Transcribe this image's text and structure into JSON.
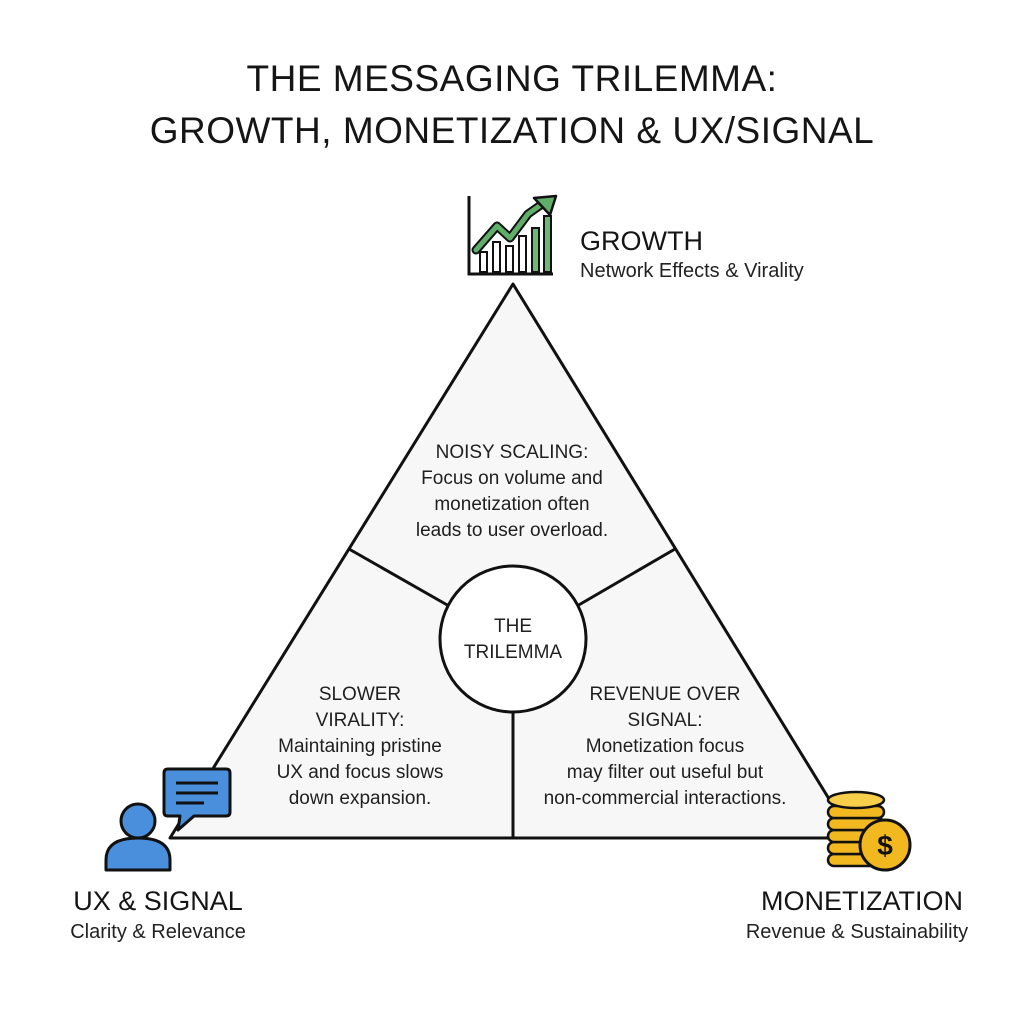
{
  "title_line1": "THE MESSAGING TRILEMMA:",
  "title_line2": "GROWTH, MONETIZATION & UX/SIGNAL",
  "vertices": {
    "growth": {
      "title": "GROWTH",
      "subtitle": "Network Effects & Virality",
      "icon": "growth-chart-icon"
    },
    "ux": {
      "title": "UX & SIGNAL",
      "subtitle": "Clarity & Relevance",
      "icon": "user-chat-icon"
    },
    "monetization": {
      "title": "MONETIZATION",
      "subtitle": "Revenue & Sustainability",
      "icon": "coins-dollar-icon"
    }
  },
  "center": {
    "line1": "THE",
    "line2": "TRILEMMA"
  },
  "regions": {
    "top": {
      "heading": "NOISY SCALING:",
      "lines": [
        "Focus on volume and",
        "monetization often",
        "leads to user overload."
      ]
    },
    "left": {
      "heading_lines": [
        "SLOWER",
        "VIRALITY:"
      ],
      "lines": [
        "Maintaining pristine",
        "UX and focus slows",
        "down expansion."
      ]
    },
    "right": {
      "heading_lines": [
        "REVENUE OVER",
        "SIGNAL:"
      ],
      "lines": [
        "Monetization focus",
        "may filter out useful but",
        "non-commercial interactions."
      ]
    }
  },
  "colors": {
    "line": "#111111",
    "fill": "#f7f7f7",
    "growth_green": "#5fae6a",
    "ux_blue": "#4a8fdc",
    "coin_gold": "#f2b81f"
  }
}
